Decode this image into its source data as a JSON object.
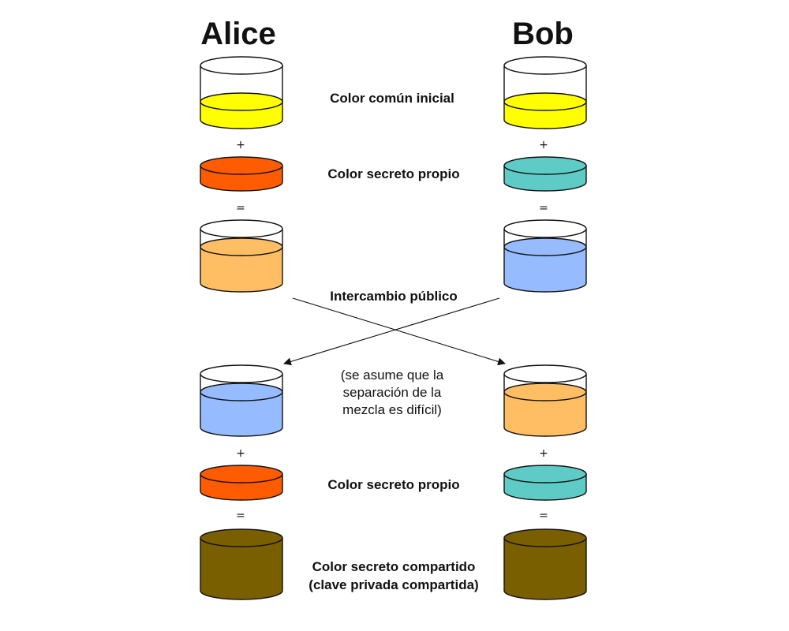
{
  "parties": {
    "alice": "Alice",
    "bob": "Bob"
  },
  "labels": {
    "common_color": "Color común inicial",
    "own_secret_1": "Color secreto propio",
    "public_exchange": "Intercambio público",
    "note_line1": "(se asume que la",
    "note_line2": "separación de la",
    "note_line3": "mezcla es difícil)",
    "own_secret_2": "Color secreto propio",
    "shared_line1": "Color secreto compartido",
    "shared_line2": "(clave privada compartida)"
  },
  "operators": {
    "plus": "+",
    "equals": "="
  },
  "colors": {
    "common": "#ffff00",
    "alice_secret": "#ff5b00",
    "bob_secret": "#5ecbc6",
    "alice_mix": "#ffbe64",
    "bob_mix": "#96bbff",
    "shared": "#7a5f00",
    "empty": "#ffffff",
    "stroke": "#111111"
  }
}
